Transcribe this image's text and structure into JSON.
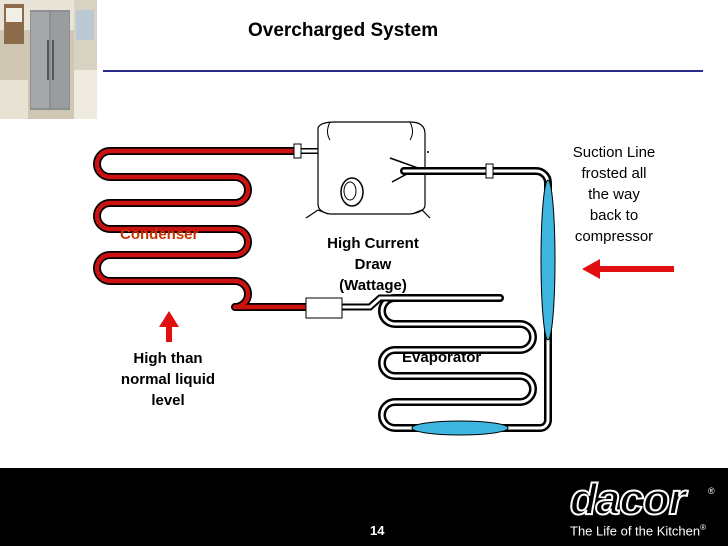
{
  "title": "Overcharged System",
  "labels": {
    "condenser": "Condenser",
    "high_current": [
      "High Current",
      "Draw",
      "(Wattage)"
    ],
    "suction": [
      "Suction Line",
      "frosted all",
      "the way",
      "back to",
      "compressor"
    ],
    "high_liquid": [
      "High than",
      "normal liquid",
      "level"
    ],
    "evaporator": "Evaporator"
  },
  "footer": {
    "page_number": "14",
    "logo": "dacor",
    "tagline": "The Life of the Kitchen",
    "registered": "®"
  },
  "colors": {
    "hot_line": "#cc1111",
    "cold_line": "#000000",
    "frost": "#3fb6e0",
    "accent_text": "#cc3300",
    "rule": "#2b2b8c"
  }
}
